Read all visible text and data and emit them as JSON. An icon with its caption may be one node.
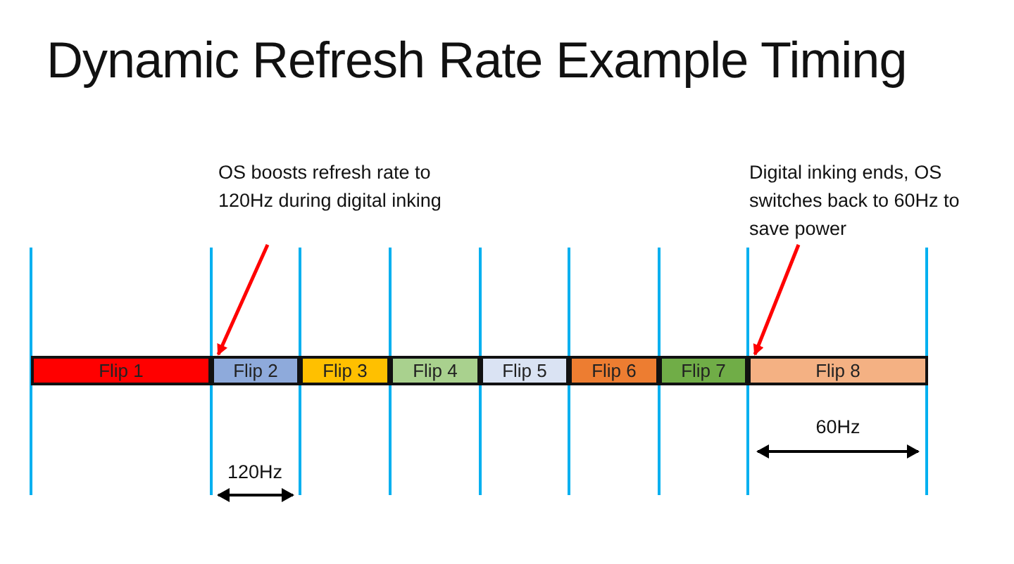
{
  "diagram": {
    "title": "Dynamic Refresh Rate Example Timing",
    "nodes": [
      {
        "text": [
          "Flip 1"
        ]
      },
      {
        "text": [
          "Flip 2"
        ]
      },
      {
        "text": [
          "Flip 3"
        ]
      },
      {
        "text": [
          "Flip 4"
        ]
      },
      {
        "text": [
          "Flip 5"
        ]
      },
      {
        "text": [
          "Flip 6"
        ]
      },
      {
        "text": [
          "Flip 7"
        ]
      },
      {
        "text": [
          "Flip 8"
        ]
      },
      {
        "text": [
          "OS boosts refresh rate to 120Hz during digital inking"
        ]
      },
      {
        "text": [
          "Digital inking ends, OS switches back to 60Hz to save power"
        ]
      }
    ],
    "edges": [
      {
        "from": 8,
        "to": 1,
        "arrow": "to"
      },
      {
        "from": 9,
        "to": 7,
        "arrow": "to"
      }
    ],
    "labels": [
      "60Hz",
      "120Hz"
    ]
  }
}
